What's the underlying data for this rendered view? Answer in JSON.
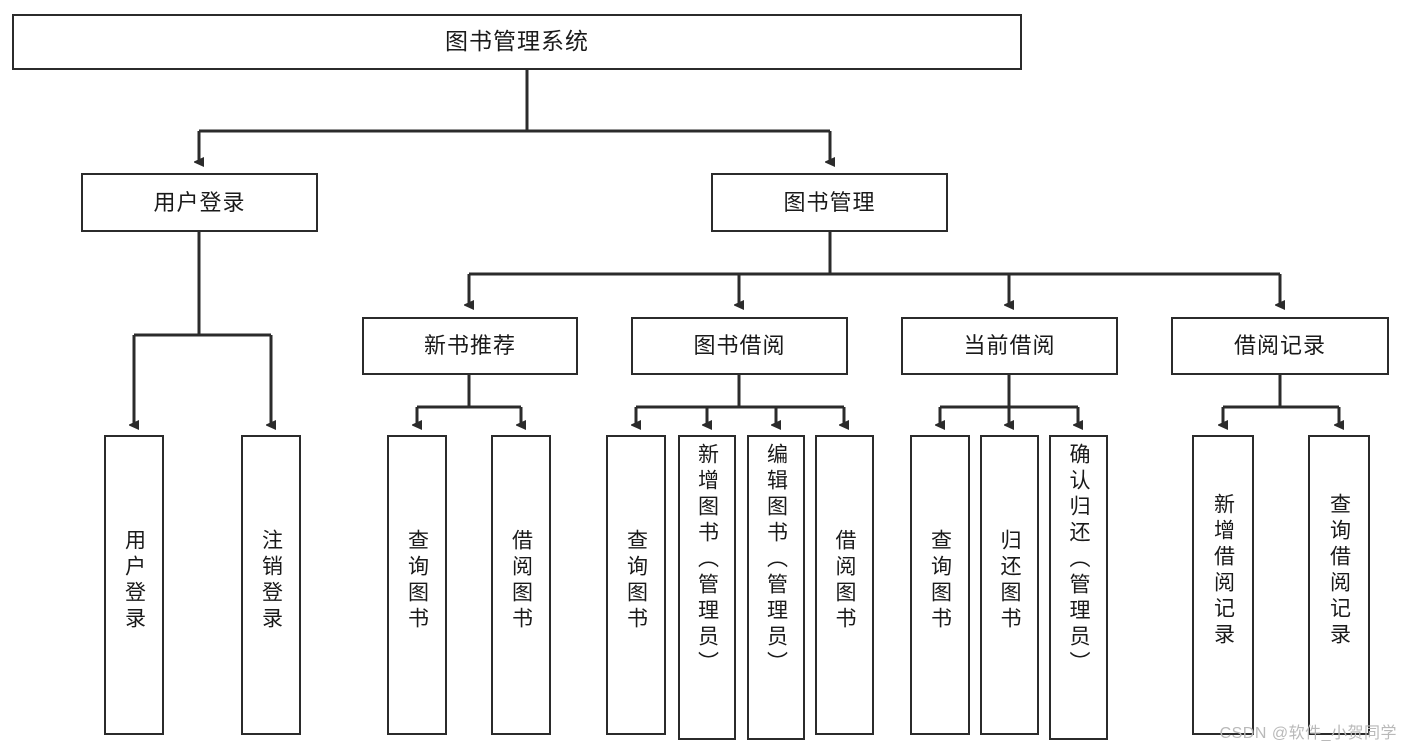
{
  "diagram": {
    "title": "图书管理系统",
    "type": "tree-hierarchy",
    "watermark": "CSDN @软件_小贺同学",
    "colors": {
      "stroke": "#2b2b2b",
      "box_fill": "#ffffff",
      "text": "#1a1a1a",
      "watermark": "#b9b9b9"
    },
    "root": {
      "label": "图书管理系统"
    },
    "level2": [
      {
        "label": "用户登录"
      },
      {
        "label": "图书管理"
      }
    ],
    "level3": [
      {
        "label": "新书推荐"
      },
      {
        "label": "图书借阅"
      },
      {
        "label": "当前借阅"
      },
      {
        "label": "借阅记录"
      }
    ],
    "leaves": {
      "user_login": [
        {
          "label": "用户登录"
        },
        {
          "label": "注销登录"
        }
      ],
      "new_book_recommend": [
        {
          "label": "查询图书"
        },
        {
          "label": "借阅图书"
        }
      ],
      "book_borrow": [
        {
          "label": "查询图书"
        },
        {
          "label": "新增图书（管理员）"
        },
        {
          "label": "编辑图书（管理员）"
        },
        {
          "label": "借阅图书"
        }
      ],
      "current_borrow": [
        {
          "label": "查询图书"
        },
        {
          "label": "归还图书"
        },
        {
          "label": "确认归还（管理员）"
        }
      ],
      "borrow_record": [
        {
          "label": "新增借阅记录"
        },
        {
          "label": "查询借阅记录"
        }
      ]
    }
  }
}
